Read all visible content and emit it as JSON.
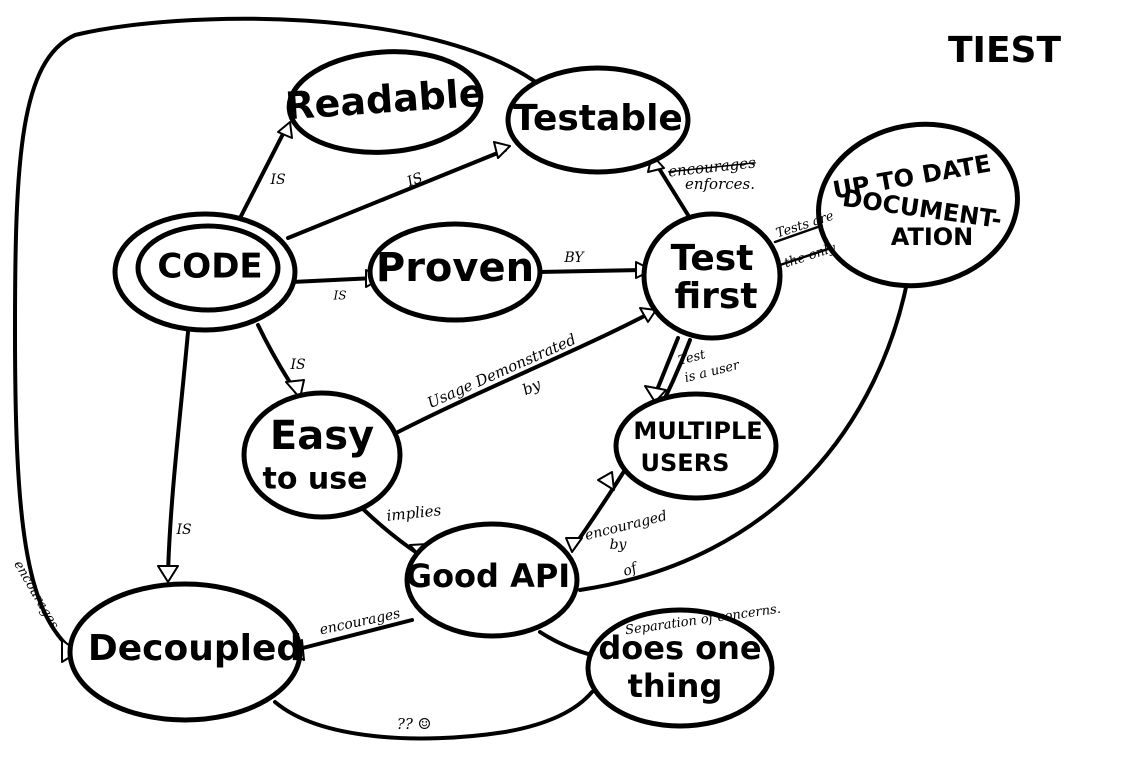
{
  "title": "TIEST",
  "nodes": {
    "code": "CODE",
    "readable": "Readable",
    "testable": "Testable",
    "proven": "Proven",
    "test_first": [
      "Test",
      "first"
    ],
    "documentation": [
      "UP TO DATE",
      "DOCUMENT-",
      "ATION"
    ],
    "easy": [
      "Easy",
      "to use"
    ],
    "multiple_users": [
      "MULTIPLE",
      "USERS"
    ],
    "good_api": "Good API",
    "decoupled": "Decoupled",
    "does_one_thing": [
      "does one",
      "thing"
    ]
  },
  "edge_labels": {
    "code_readable": "IS",
    "code_testable": "IS",
    "code_proven": "IS",
    "code_easy": "IS",
    "code_decoupled": "IS",
    "proven_test": "BY",
    "test_testable_struck": "encourages",
    "test_testable": "enforces.",
    "test_doc_1": "Tests are",
    "test_doc_2": "the only",
    "usage_1": "Usage Demonstrated",
    "usage_2": "by",
    "test_user_1": "Test",
    "test_user_2": "is a user",
    "implies": "implies",
    "encouraged_1": "encouraged",
    "encouraged_2": "by",
    "of": "of",
    "api_decoupled": "encourages",
    "loop_decoupled": "encourages",
    "separation": "Separation of concerns.",
    "smiley": "?? ☺"
  }
}
